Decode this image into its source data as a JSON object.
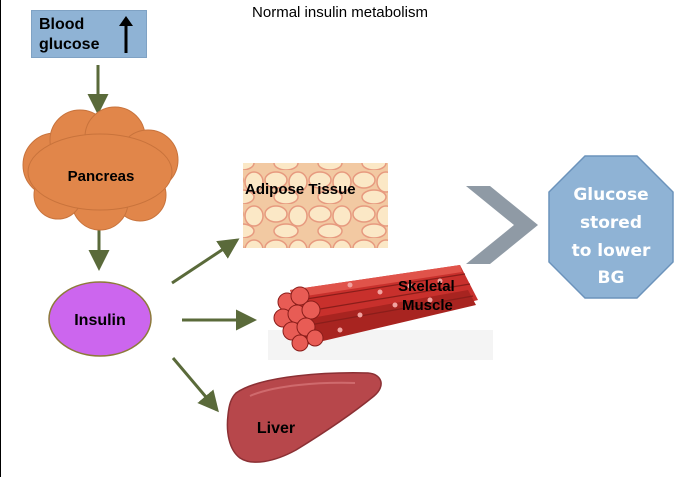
{
  "title": "Normal insulin metabolism",
  "blood_glucose": {
    "line1": "Blood",
    "line2": "glucose",
    "arrow_icon": "up-arrow-icon"
  },
  "nodes": {
    "pancreas": "Pancreas",
    "insulin": "Insulin",
    "adipose": "Adipose Tissue",
    "muscle_line1": "Skeletal",
    "muscle_line2": "Muscle",
    "liver": "Liver",
    "glucose_line1": "Glucose",
    "glucose_line2": "stored",
    "glucose_line3": "to lower",
    "glucose_line4": "BG"
  },
  "colors": {
    "blood_glucose_box": "#8fb3d5",
    "pancreas": "#e1864a",
    "insulin": "#cc66ee",
    "arrow": "#5a6a3a",
    "chevron": "#8f9aa5",
    "octagon": "#8fb3d5",
    "liver": "#b7474b",
    "muscle": "#c8302c"
  }
}
